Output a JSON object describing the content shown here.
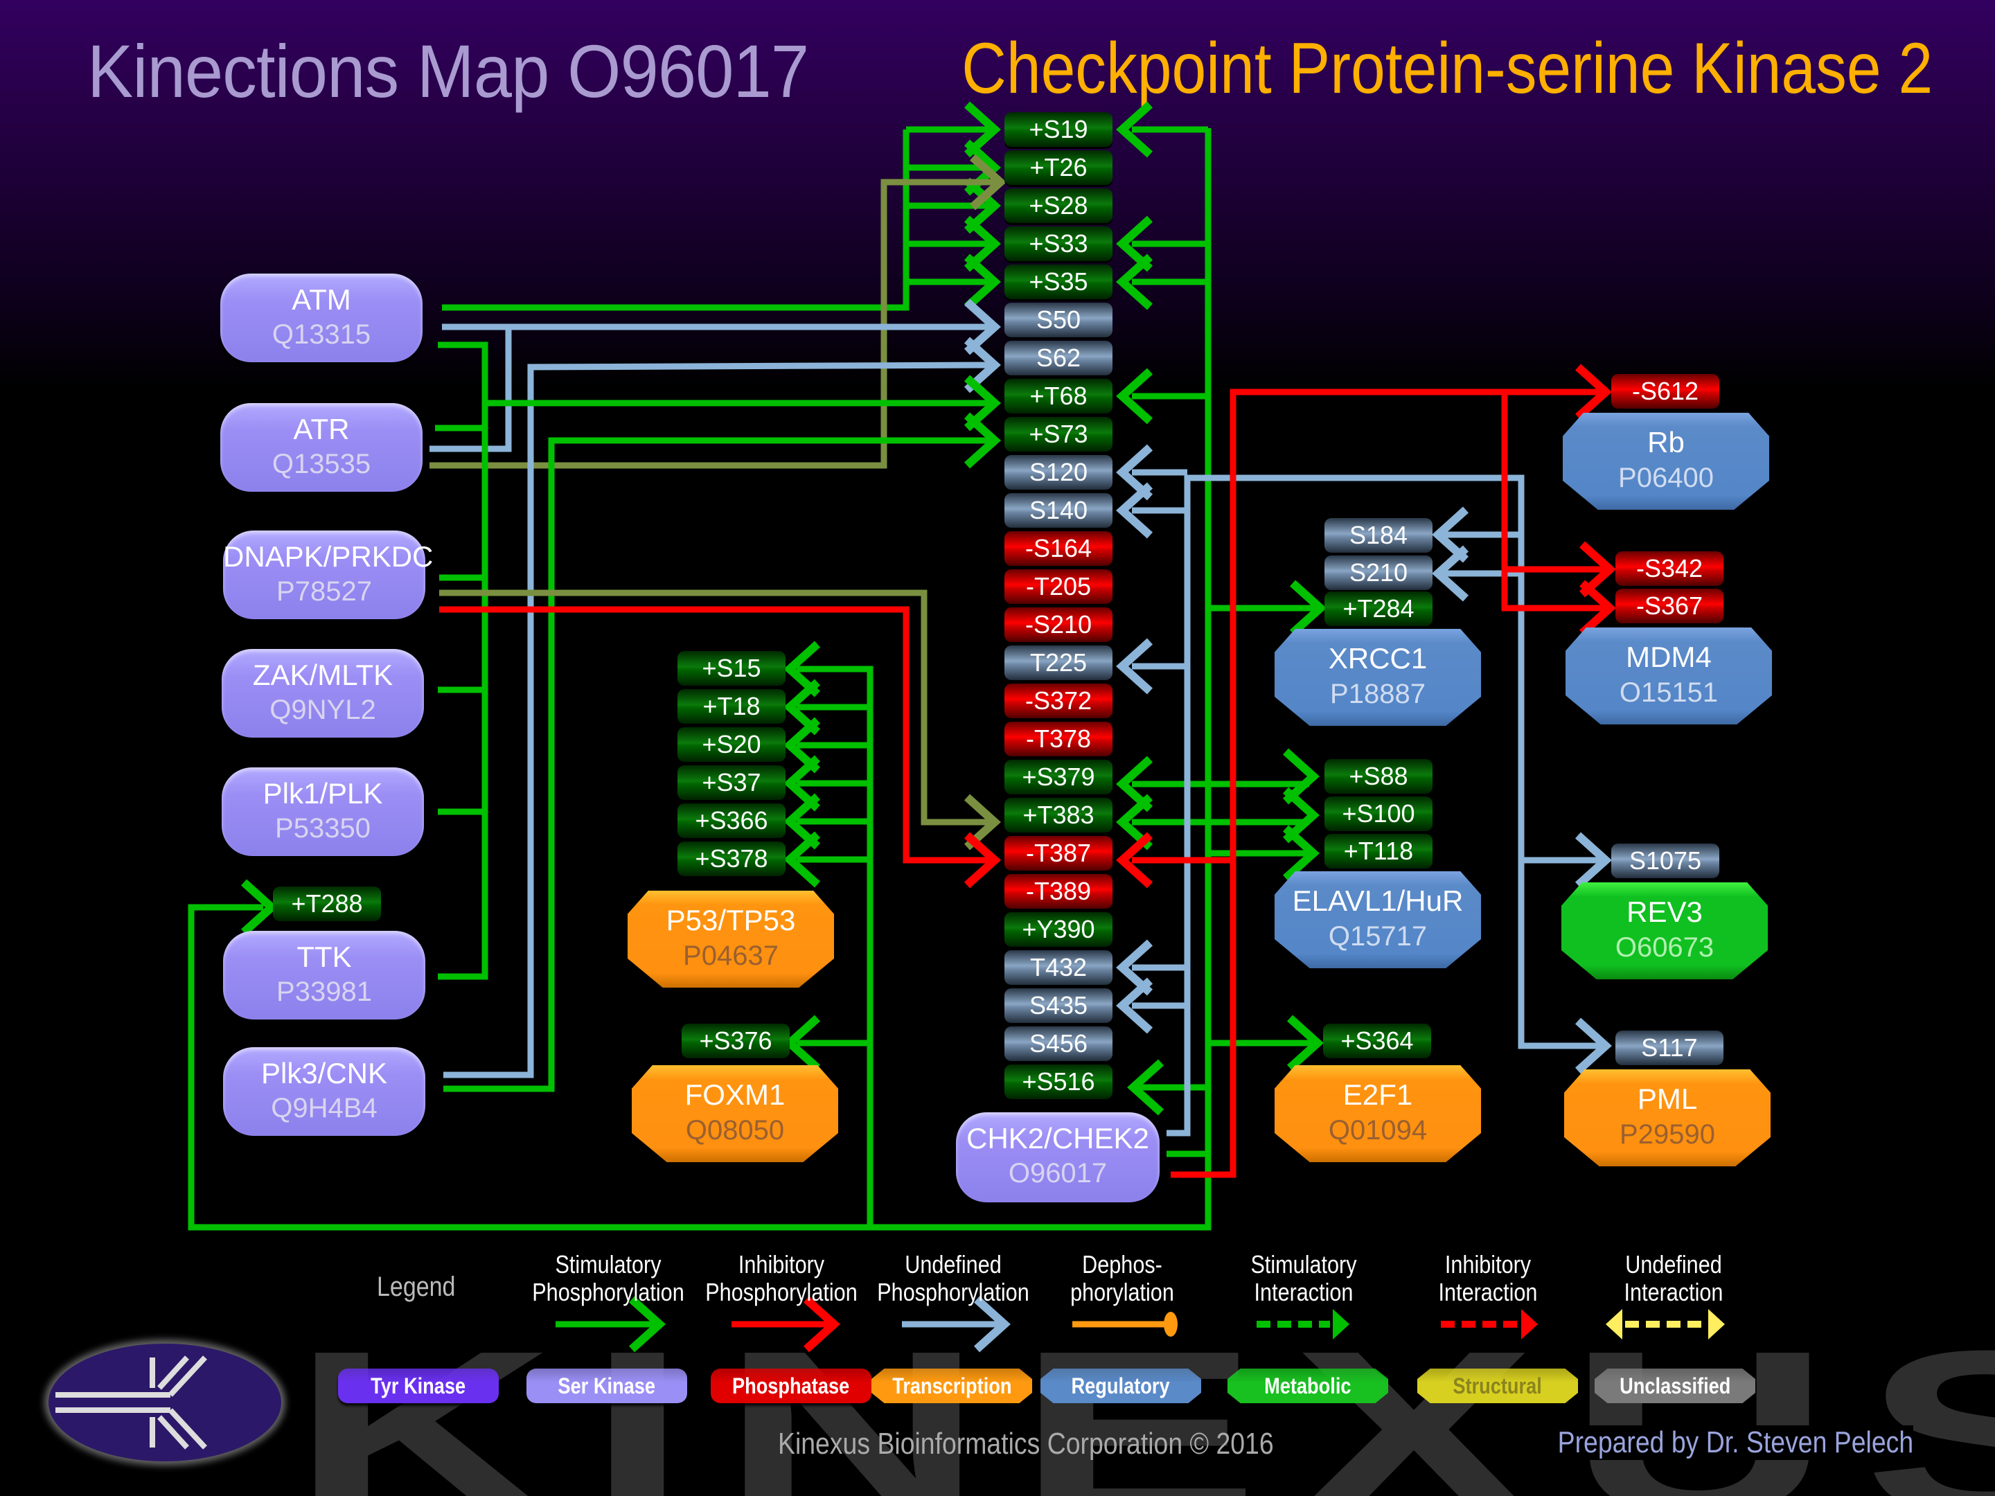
{
  "header": {
    "map_title": "Kinections Map O96017",
    "protein_full_name": "Checkpoint Protein-serine Kinase 2"
  },
  "colors": {
    "stimulatory": "#00c000",
    "inhibitory": "#ff0000",
    "undefined": "#8cb4d8",
    "olive": "#7a9040",
    "title_left": "#a99bd0",
    "title_right": "#ffb000"
  },
  "central_protein": {
    "name": "CHK2/CHEK2",
    "id": "O96017",
    "category": "Ser Kinase"
  },
  "central_sites": [
    {
      "label": "+S19",
      "type": "pos"
    },
    {
      "label": "+T26",
      "type": "pos"
    },
    {
      "label": "+S28",
      "type": "pos"
    },
    {
      "label": "+S33",
      "type": "pos"
    },
    {
      "label": "+S35",
      "type": "pos"
    },
    {
      "label": "S50",
      "type": "und"
    },
    {
      "label": "S62",
      "type": "und"
    },
    {
      "label": "+T68",
      "type": "pos"
    },
    {
      "label": "+S73",
      "type": "pos"
    },
    {
      "label": "S120",
      "type": "und"
    },
    {
      "label": "S140",
      "type": "und"
    },
    {
      "label": "-S164",
      "type": "neg"
    },
    {
      "label": "-T205",
      "type": "neg"
    },
    {
      "label": "-S210",
      "type": "neg"
    },
    {
      "label": "T225",
      "type": "und"
    },
    {
      "label": "-S372",
      "type": "neg"
    },
    {
      "label": "-T378",
      "type": "neg"
    },
    {
      "label": "+S379",
      "type": "pos"
    },
    {
      "label": "+T383",
      "type": "pos"
    },
    {
      "label": "-T387",
      "type": "neg"
    },
    {
      "label": "-T389",
      "type": "neg"
    },
    {
      "label": "+Y390",
      "type": "pos"
    },
    {
      "label": "T432",
      "type": "und"
    },
    {
      "label": "S435",
      "type": "und"
    },
    {
      "label": "S456",
      "type": "und"
    },
    {
      "label": "+S516",
      "type": "pos"
    }
  ],
  "upstream_kinases": [
    {
      "name": "ATM",
      "id": "Q13315"
    },
    {
      "name": "ATR",
      "id": "Q13535"
    },
    {
      "name": "DNAPK/PRKDC",
      "id": "P78527"
    },
    {
      "name": "ZAK/MLTK",
      "id": "Q9NYL2"
    },
    {
      "name": "Plk1/PLK",
      "id": "P53350"
    },
    {
      "name": "TTK",
      "id": "P33981",
      "site": {
        "label": "+T288",
        "type": "pos"
      }
    },
    {
      "name": "Plk3/CNK",
      "id": "Q9H4B4"
    }
  ],
  "substrates": {
    "p53": {
      "name": "P53/TP53",
      "id": "P04637",
      "category": "Transcription",
      "sites": [
        {
          "label": "+S15",
          "type": "pos"
        },
        {
          "label": "+T18",
          "type": "pos"
        },
        {
          "label": "+S20",
          "type": "pos"
        },
        {
          "label": "+S37",
          "type": "pos"
        },
        {
          "label": "+S366",
          "type": "pos"
        },
        {
          "label": "+S378",
          "type": "pos"
        }
      ]
    },
    "foxm1": {
      "name": "FOXM1",
      "id": "Q08050",
      "category": "Transcription",
      "sites": [
        {
          "label": "+S376",
          "type": "pos"
        }
      ]
    },
    "xrcc1": {
      "name": "XRCC1",
      "id": "P18887",
      "category": "Regulatory",
      "sites": [
        {
          "label": "S184",
          "type": "und"
        },
        {
          "label": "S210",
          "type": "und"
        },
        {
          "label": "+T284",
          "type": "pos"
        }
      ]
    },
    "elavl1": {
      "name": "ELAVL1/HuR",
      "id": "Q15717",
      "category": "Regulatory",
      "sites": [
        {
          "label": "+S88",
          "type": "pos"
        },
        {
          "label": "+S100",
          "type": "pos"
        },
        {
          "label": "+T118",
          "type": "pos"
        }
      ]
    },
    "e2f1": {
      "name": "E2F1",
      "id": "Q01094",
      "category": "Transcription",
      "sites": [
        {
          "label": "+S364",
          "type": "pos"
        }
      ]
    },
    "rb": {
      "name": "Rb",
      "id": "P06400",
      "category": "Regulatory",
      "sites": [
        {
          "label": "-S612",
          "type": "neg"
        }
      ]
    },
    "mdm4": {
      "name": "MDM4",
      "id": "O15151",
      "category": "Regulatory",
      "sites": [
        {
          "label": "-S342",
          "type": "neg"
        },
        {
          "label": "-S367",
          "type": "neg"
        }
      ]
    },
    "rev3": {
      "name": "REV3",
      "id": "O60673",
      "category": "Metabolic",
      "sites": [
        {
          "label": "S1075",
          "type": "und"
        }
      ]
    },
    "pml": {
      "name": "PML",
      "id": "P29590",
      "category": "Transcription",
      "sites": [
        {
          "label": "S117",
          "type": "und"
        }
      ]
    }
  },
  "legend": {
    "title": "Legend",
    "arrow_types": [
      {
        "label_1": "Stimulatory",
        "label_2": "Phosphorylation",
        "style": "solid-green-arrow"
      },
      {
        "label_1": "Inhibitory",
        "label_2": "Phosphorylation",
        "style": "solid-red-arrow"
      },
      {
        "label_1": "Undefined",
        "label_2": "Phosphorylation",
        "style": "solid-blue-arrow"
      },
      {
        "label_1": "Dephos-",
        "label_2": "phorylation",
        "style": "orange-ball-end"
      },
      {
        "label_1": "Stimulatory",
        "label_2": "Interaction",
        "style": "dashed-green-arrow"
      },
      {
        "label_1": "Inhibitory",
        "label_2": "Interaction",
        "style": "dashed-red-arrow"
      },
      {
        "label_1": "Undefined",
        "label_2": "Interaction",
        "style": "dashed-yellow-double-arrow"
      }
    ],
    "categories": [
      {
        "label": "Tyr Kinase",
        "color": "#6a30f0"
      },
      {
        "label": "Ser Kinase",
        "color": "#9a8ff5"
      },
      {
        "label": "Phosphatase",
        "color": "#e00000"
      },
      {
        "label": "Transcription",
        "color": "#ff9a10"
      },
      {
        "label": "Regulatory",
        "color": "#5a8ac8"
      },
      {
        "label": "Metabolic",
        "color": "#18c020"
      },
      {
        "label": "Structural",
        "color": "#d8d020"
      },
      {
        "label": "Unclassified",
        "color": "#7a7a7a"
      }
    ]
  },
  "footer": {
    "copyright": "Kinexus Bioinformatics Corporation © 2016",
    "author": "Prepared by Dr. Steven Pelech",
    "watermark": "KINEXUS"
  }
}
